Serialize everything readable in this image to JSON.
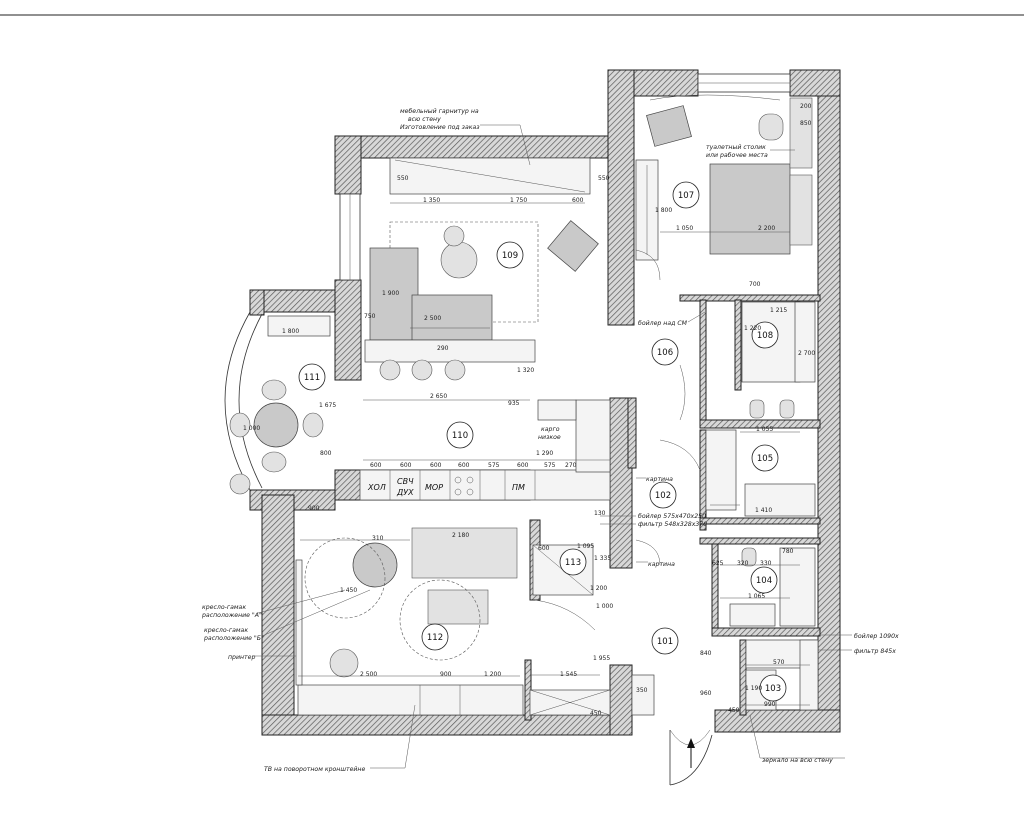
{
  "rooms": [
    {
      "num": "101"
    },
    {
      "num": "102"
    },
    {
      "num": "103"
    },
    {
      "num": "104"
    },
    {
      "num": "105"
    },
    {
      "num": "106"
    },
    {
      "num": "107"
    },
    {
      "num": "108"
    },
    {
      "num": "109"
    },
    {
      "num": "110"
    },
    {
      "num": "111"
    },
    {
      "num": "112"
    },
    {
      "num": "113"
    }
  ],
  "notes": {
    "furniture_set": [
      "мебельный гарнитур на",
      "всю стену",
      "Изготовление под заказ"
    ],
    "vanity": [
      "туалетный столик",
      "или рабочее места"
    ],
    "boiler_cm": "бойлер над СМ",
    "cargo": [
      "карго",
      "низкое"
    ],
    "painting_1": "картина",
    "painting_2": "картина",
    "boiler_2": "бойлер 575x470x250",
    "filter_1": "фильтр 548x328x370",
    "hammock_a": [
      "кресло-гамак",
      "расположение \"А\""
    ],
    "hammock_b": [
      "кресло-гамак",
      "расположение \"Б\""
    ],
    "printer": "принтер",
    "tv": "ТВ на поворотном кронштейне",
    "boiler_3": "бойлер 1090х",
    "filter_2": "фильтр 845х",
    "mirror": "зеркало на всю стену"
  },
  "appliances": [
    "ХОЛ",
    "СВЧ",
    "ДУХ",
    "МОР",
    "ПМ"
  ],
  "dimensions": {
    "d1350": "1 350",
    "d1750": "1 750",
    "d600a": "600",
    "d550": "550",
    "d550b": "550",
    "d1800a": "1 800",
    "d1050a": "1 050",
    "d2200": "2 200",
    "d850": "850",
    "d200": "200",
    "d1800b": "1 800",
    "d1900": "1 900",
    "d2500a": "2 500",
    "d750": "750",
    "d290": "290",
    "d1320": "1 320",
    "d700": "700",
    "d1215": "1 215",
    "d1220": "1 220",
    "d2700": "2 700",
    "d2650": "2 650",
    "d935": "935",
    "d1675": "1 675",
    "d1000": "1 000",
    "d1055": "1 055",
    "d800": "800",
    "d600b": "600",
    "d600c": "600",
    "d600d": "600",
    "d600e": "600",
    "d575": "575",
    "d600f": "600",
    "d575b": "575",
    "d270": "270",
    "d1290": "1 290",
    "d1410": "1 410",
    "d900a": "900",
    "d310": "310",
    "d2180": "2 180",
    "d600g": "600",
    "d1095": "1 095",
    "d1335": "1 335",
    "d1200a": "1 200",
    "d1450": "1 450",
    "d625": "625",
    "d320": "320",
    "d330": "330",
    "d1065": "1 065",
    "d780": "780",
    "d1955": "1 955",
    "d1545": "1 545",
    "d2500b": "2 500",
    "d900b": "900",
    "d1200b": "1 200",
    "d350": "350",
    "d840": "840",
    "d960": "960",
    "d1190": "1 190",
    "d570": "570",
    "d990": "990",
    "d450": "450",
    "d450b": "450",
    "d130": "130",
    "d1000b": "1 000"
  }
}
